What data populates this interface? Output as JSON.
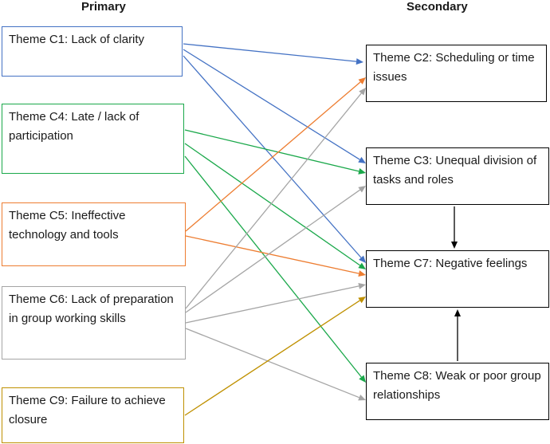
{
  "headers": {
    "primary": "Primary",
    "secondary": "Secondary"
  },
  "primary_themes": [
    {
      "id": "c1",
      "label": "Theme C1: Lack of clarity",
      "color": "#4472c4"
    },
    {
      "id": "c4",
      "label": "Theme C4: Late / lack of participation",
      "color": "#1aa84a"
    },
    {
      "id": "c5",
      "label": "Theme C5: Ineffective technology and tools",
      "color": "#ed7d31"
    },
    {
      "id": "c6",
      "label": "Theme C6: Lack of preparation in group working skills",
      "color": "#a5a5a5"
    },
    {
      "id": "c9",
      "label": "Theme C9: Failure to achieve closure",
      "color": "#bf9000"
    }
  ],
  "secondary_themes": [
    {
      "id": "c2",
      "label": "Theme C2: Scheduling or time issues"
    },
    {
      "id": "c3",
      "label": "Theme C3: Unequal division of tasks and roles"
    },
    {
      "id": "c7",
      "label": "Theme C7: Negative feelings"
    },
    {
      "id": "c8",
      "label": "Theme C8: Weak or poor group relationships"
    }
  ],
  "connections": [
    {
      "from": "c1",
      "to": "c2"
    },
    {
      "from": "c1",
      "to": "c3"
    },
    {
      "from": "c1",
      "to": "c7"
    },
    {
      "from": "c4",
      "to": "c3"
    },
    {
      "from": "c4",
      "to": "c7"
    },
    {
      "from": "c4",
      "to": "c8"
    },
    {
      "from": "c5",
      "to": "c2"
    },
    {
      "from": "c5",
      "to": "c7"
    },
    {
      "from": "c6",
      "to": "c2"
    },
    {
      "from": "c6",
      "to": "c3"
    },
    {
      "from": "c6",
      "to": "c7"
    },
    {
      "from": "c6",
      "to": "c8"
    },
    {
      "from": "c9",
      "to": "c7"
    },
    {
      "from": "c3",
      "to": "c7"
    },
    {
      "from": "c8",
      "to": "c7"
    }
  ],
  "secondary_link_color": "#000000"
}
